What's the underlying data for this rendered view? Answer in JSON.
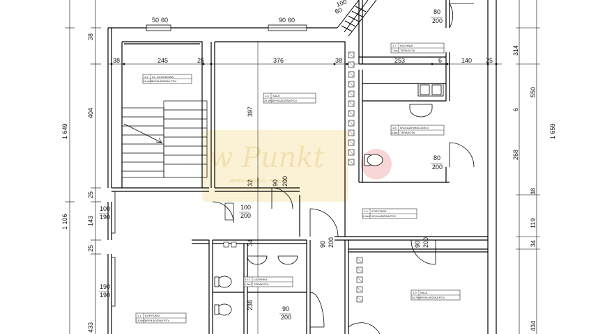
{
  "plan": {
    "dims_top": {
      "d38a": "38",
      "d245": "245",
      "d25a": "25",
      "d376": "376",
      "d38b": "38",
      "d253": "253",
      "d6": "6",
      "d140": "140",
      "d25b": "25",
      "d314": "314",
      "d38c": "38"
    },
    "dims_left": {
      "d404": "404",
      "d1649": "1 649",
      "d25a": "25",
      "d143": "143",
      "d1106": "1 106",
      "d25b": "25",
      "d433": "433"
    },
    "dims_right": {
      "d550": "550",
      "d6": "6",
      "d1659": "1 659",
      "d268": "268",
      "d38": "38",
      "d119": "119",
      "d34": "34",
      "d434": "434"
    },
    "interior": {
      "d397": "397",
      "d32": "32",
      "d34": "34",
      "d236": "236"
    },
    "openings": [
      {
        "id": "win-top-left",
        "w": "50",
        "h": "60"
      },
      {
        "id": "win-top-mid",
        "w": "90",
        "h": "60"
      },
      {
        "id": "win-top-angle",
        "w": "100",
        "h": "60"
      },
      {
        "id": "door-kitchen",
        "w": "80",
        "h": "200"
      },
      {
        "id": "door-wc",
        "w": "80",
        "h": "200"
      },
      {
        "id": "door-sala-small",
        "w": "90",
        "h": "200"
      },
      {
        "id": "door-left-1",
        "w": "100",
        "h": "190"
      },
      {
        "id": "door-left-2",
        "w": "190",
        "h": "190"
      },
      {
        "id": "door-closet",
        "w": "100",
        "h": "200"
      },
      {
        "id": "door-mid-vert",
        "w": "90",
        "h": "200"
      },
      {
        "id": "door-right-vert",
        "w": "90",
        "h": "200"
      },
      {
        "id": "door-bath",
        "w": "90",
        "h": "200"
      }
    ],
    "rooms": [
      {
        "id": "klatka",
        "code": "1.2",
        "name": "KL. SCHODOWA",
        "area": "11,4m2",
        "floor": "WYKŁADZINA PCV"
      },
      {
        "id": "sala1",
        "code": "1.3",
        "name": "SALA",
        "area": "25,1m2",
        "floor": "WYKŁADZINA PCV"
      },
      {
        "id": "kuchnia",
        "code": "1.7",
        "name": "KUCHNIA",
        "area": "7,4m2",
        "floor": "TERAKOTA"
      },
      {
        "id": "wc",
        "code": "1.8",
        "name": "WC/ŁAZIENKA DZIECI",
        "area": "8,6m2",
        "floor": "TERAKOTA"
      },
      {
        "id": "korytarz1",
        "code": "1.4",
        "name": "KORYTARZ",
        "area": "6,1m2",
        "floor": "WYKŁADZINA PCV"
      },
      {
        "id": "lazienka",
        "code": "1.11",
        "name": "ŁAZIENKA",
        "area": "6,3m2",
        "floor": "TERAKOTA"
      },
      {
        "id": "sala2",
        "code": "1.9",
        "name": "SALA",
        "area": "34,7m2",
        "floor": "WYKŁADZINA PCV"
      },
      {
        "id": "korytarz2",
        "code": "1.1",
        "name": "KORYTARZ",
        "area": "18,4m2",
        "floor": "WYKŁADZINA PCV"
      }
    ],
    "watermark": {
      "text": "w Punkt",
      "sub": "NIERUCHOMOŚCI · FINANSE"
    }
  }
}
